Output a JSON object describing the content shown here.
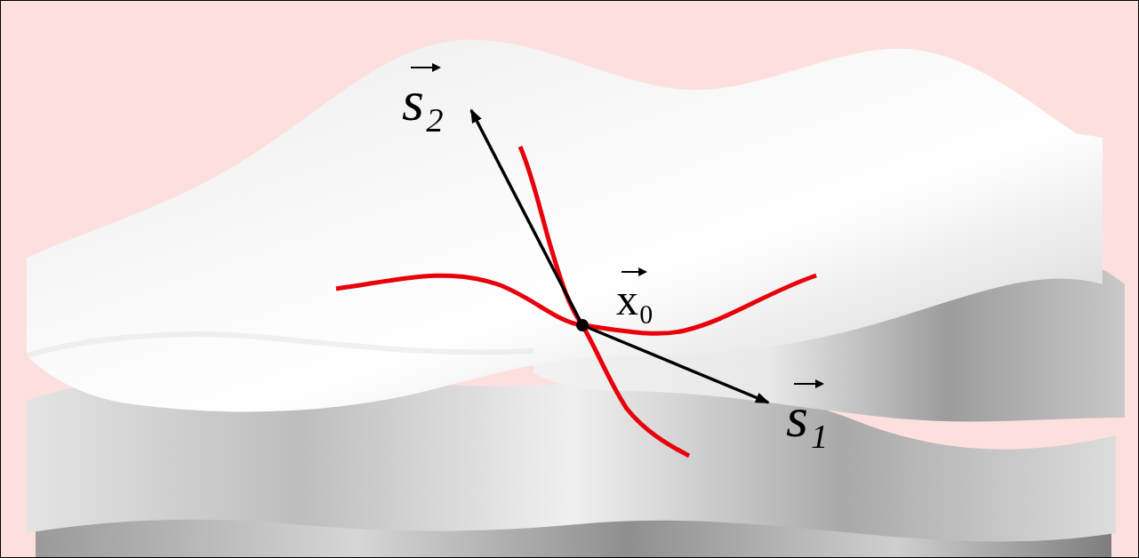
{
  "diagram": {
    "labels": [
      "s₂",
      "x₀",
      "s₁"
    ]
  }
}
